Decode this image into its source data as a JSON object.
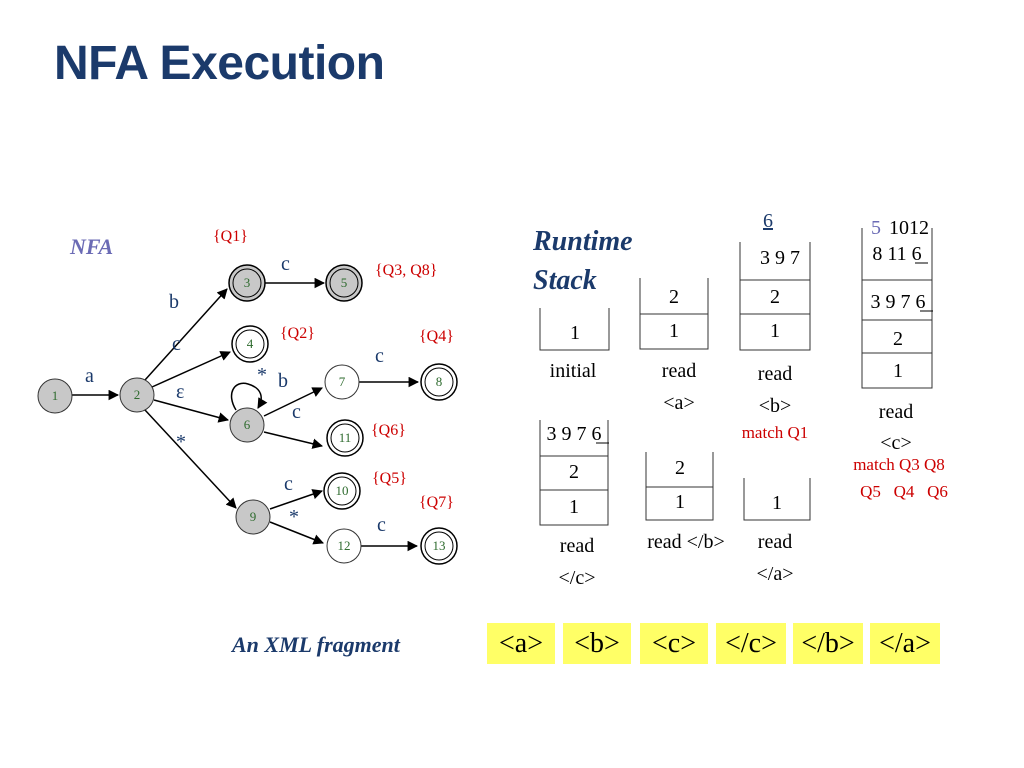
{
  "title": "NFA Execution",
  "nfa": {
    "label": "NFA",
    "states": [
      "1",
      "2",
      "3",
      "4",
      "5",
      "6",
      "7",
      "8",
      "9",
      "10",
      "11",
      "12",
      "13"
    ],
    "edges": [
      "a",
      "b",
      "c",
      "ε",
      "*",
      "c",
      "b",
      "c",
      "c",
      "c",
      "*",
      "c"
    ],
    "queries": [
      "{Q1}",
      "{Q3, Q8}",
      "{Q2}",
      "{Q4}",
      "{Q6}",
      "{Q5}",
      "{Q7}"
    ]
  },
  "runtime": {
    "title_line1": "Runtime",
    "title_line2": "Stack",
    "stacks": [
      {
        "cells": [
          "1"
        ],
        "caption": [
          "initial"
        ]
      },
      {
        "cells": [
          "2",
          "1"
        ],
        "caption": [
          "read",
          "<a>"
        ]
      },
      {
        "top": "6",
        "cells": [
          "3 9 7",
          "2",
          "1"
        ],
        "caption": [
          "read",
          "<b>"
        ],
        "match": [
          "match Q1"
        ]
      },
      {
        "top": "5",
        "top2": "1012",
        "cells": [
          "8 11 6",
          "3 9 7 6",
          "2",
          "1"
        ],
        "caption": [
          "read",
          "<c>"
        ],
        "match": [
          "match Q3 Q8",
          "Q5   Q4   Q6"
        ]
      },
      {
        "cells": [
          "3 9 7 6",
          "2",
          "1"
        ],
        "caption": [
          "read",
          "</c>"
        ]
      },
      {
        "cells": [
          "2",
          "1"
        ],
        "caption": [
          "read </b>"
        ]
      },
      {
        "cells": [
          "1"
        ],
        "caption": [
          "read",
          "</a>"
        ]
      }
    ]
  },
  "fragment": {
    "label": "An XML fragment",
    "tags": [
      "<a>",
      "<b>",
      "<c>",
      "</c>",
      "</b>",
      "</a>"
    ]
  },
  "colors": {
    "title": "#1b3a6b",
    "nfa_label": "#6b6bb5",
    "query": "#cc0000",
    "edge_label": "#1b3a6b",
    "state_fill_gray": "#c8c8c8",
    "state_text": "#2e6b2e",
    "tag_highlight": "#ffff66",
    "runtime_title": "#1b3a6b"
  }
}
